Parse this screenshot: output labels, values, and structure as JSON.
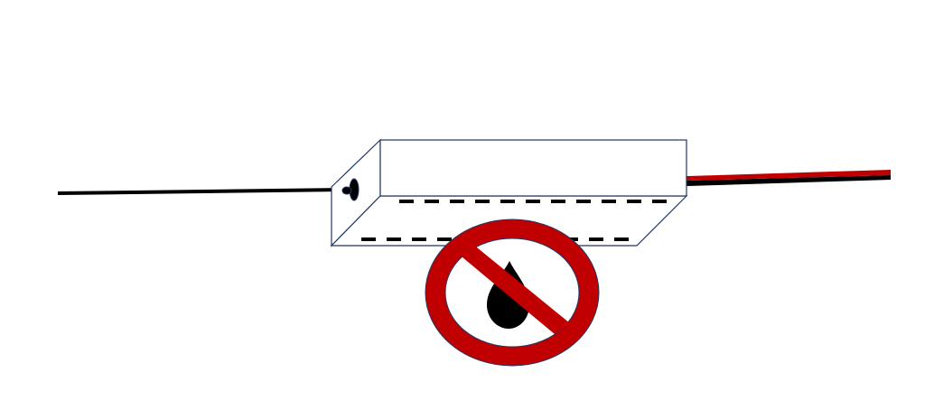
{
  "diagram": {
    "description_elements": [
      "input-cable",
      "enclosure-box",
      "output-cable-pair",
      "no-water-symbol"
    ],
    "colors": {
      "outline": "#1f3864",
      "cable": "#000000",
      "positive_wire": "#c00000",
      "prohibition": "#c00000"
    },
    "icons": [
      "cable-gland-icon",
      "no-water-icon",
      "water-drop-icon"
    ]
  }
}
